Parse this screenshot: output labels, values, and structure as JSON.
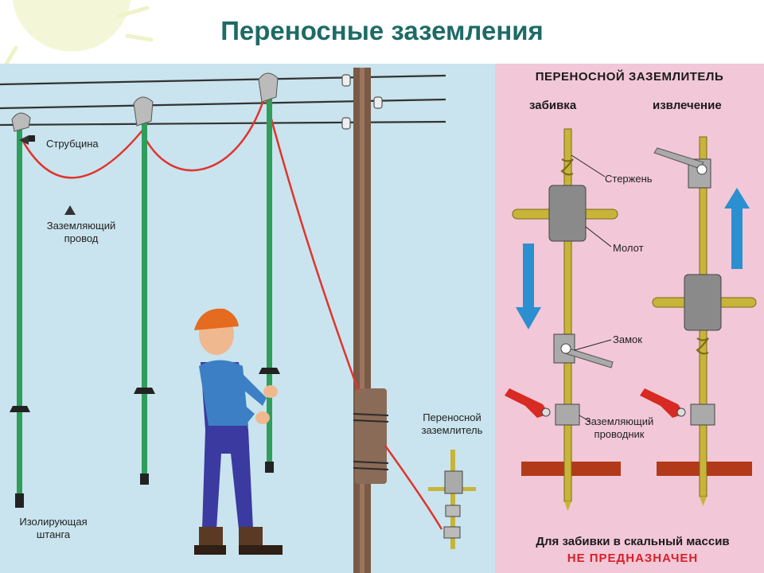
{
  "title": "Переносные заземления",
  "left_labels": {
    "clamp": "Струбцина",
    "ground_wire_line1": "Заземляющий",
    "ground_wire_line2": "провод",
    "insulating_rod_line1": "Изолирующая",
    "insulating_rod_line2": "штанга",
    "portable_earth_line1": "Переносной",
    "portable_earth_line2": "заземлитель"
  },
  "right_panel": {
    "heading": "ПЕРЕНОСНОЙ ЗАЗЕМЛИТЕЛЬ",
    "col_drive": "забивка",
    "col_extract": "извлечение",
    "rod": "Стержень",
    "hammer": "Молот",
    "lock": "Замок",
    "conductor_line1": "Заземляющий",
    "conductor_line2": "проводник",
    "warning_line1": "Для забивки в скальный массив",
    "warning_line2": "НЕ ПРЕДНАЗНАЧЕН"
  },
  "colors": {
    "title": "#1e6b66",
    "sky": "#c9e4ee",
    "pink_panel": "#f2c7d7",
    "rod_green": "#2e9e5a",
    "wire_red": "#e0342d",
    "arrow_blue": "#2b8fd0",
    "ground_brown": "#b23a1a",
    "warning_red": "#d81f26"
  }
}
